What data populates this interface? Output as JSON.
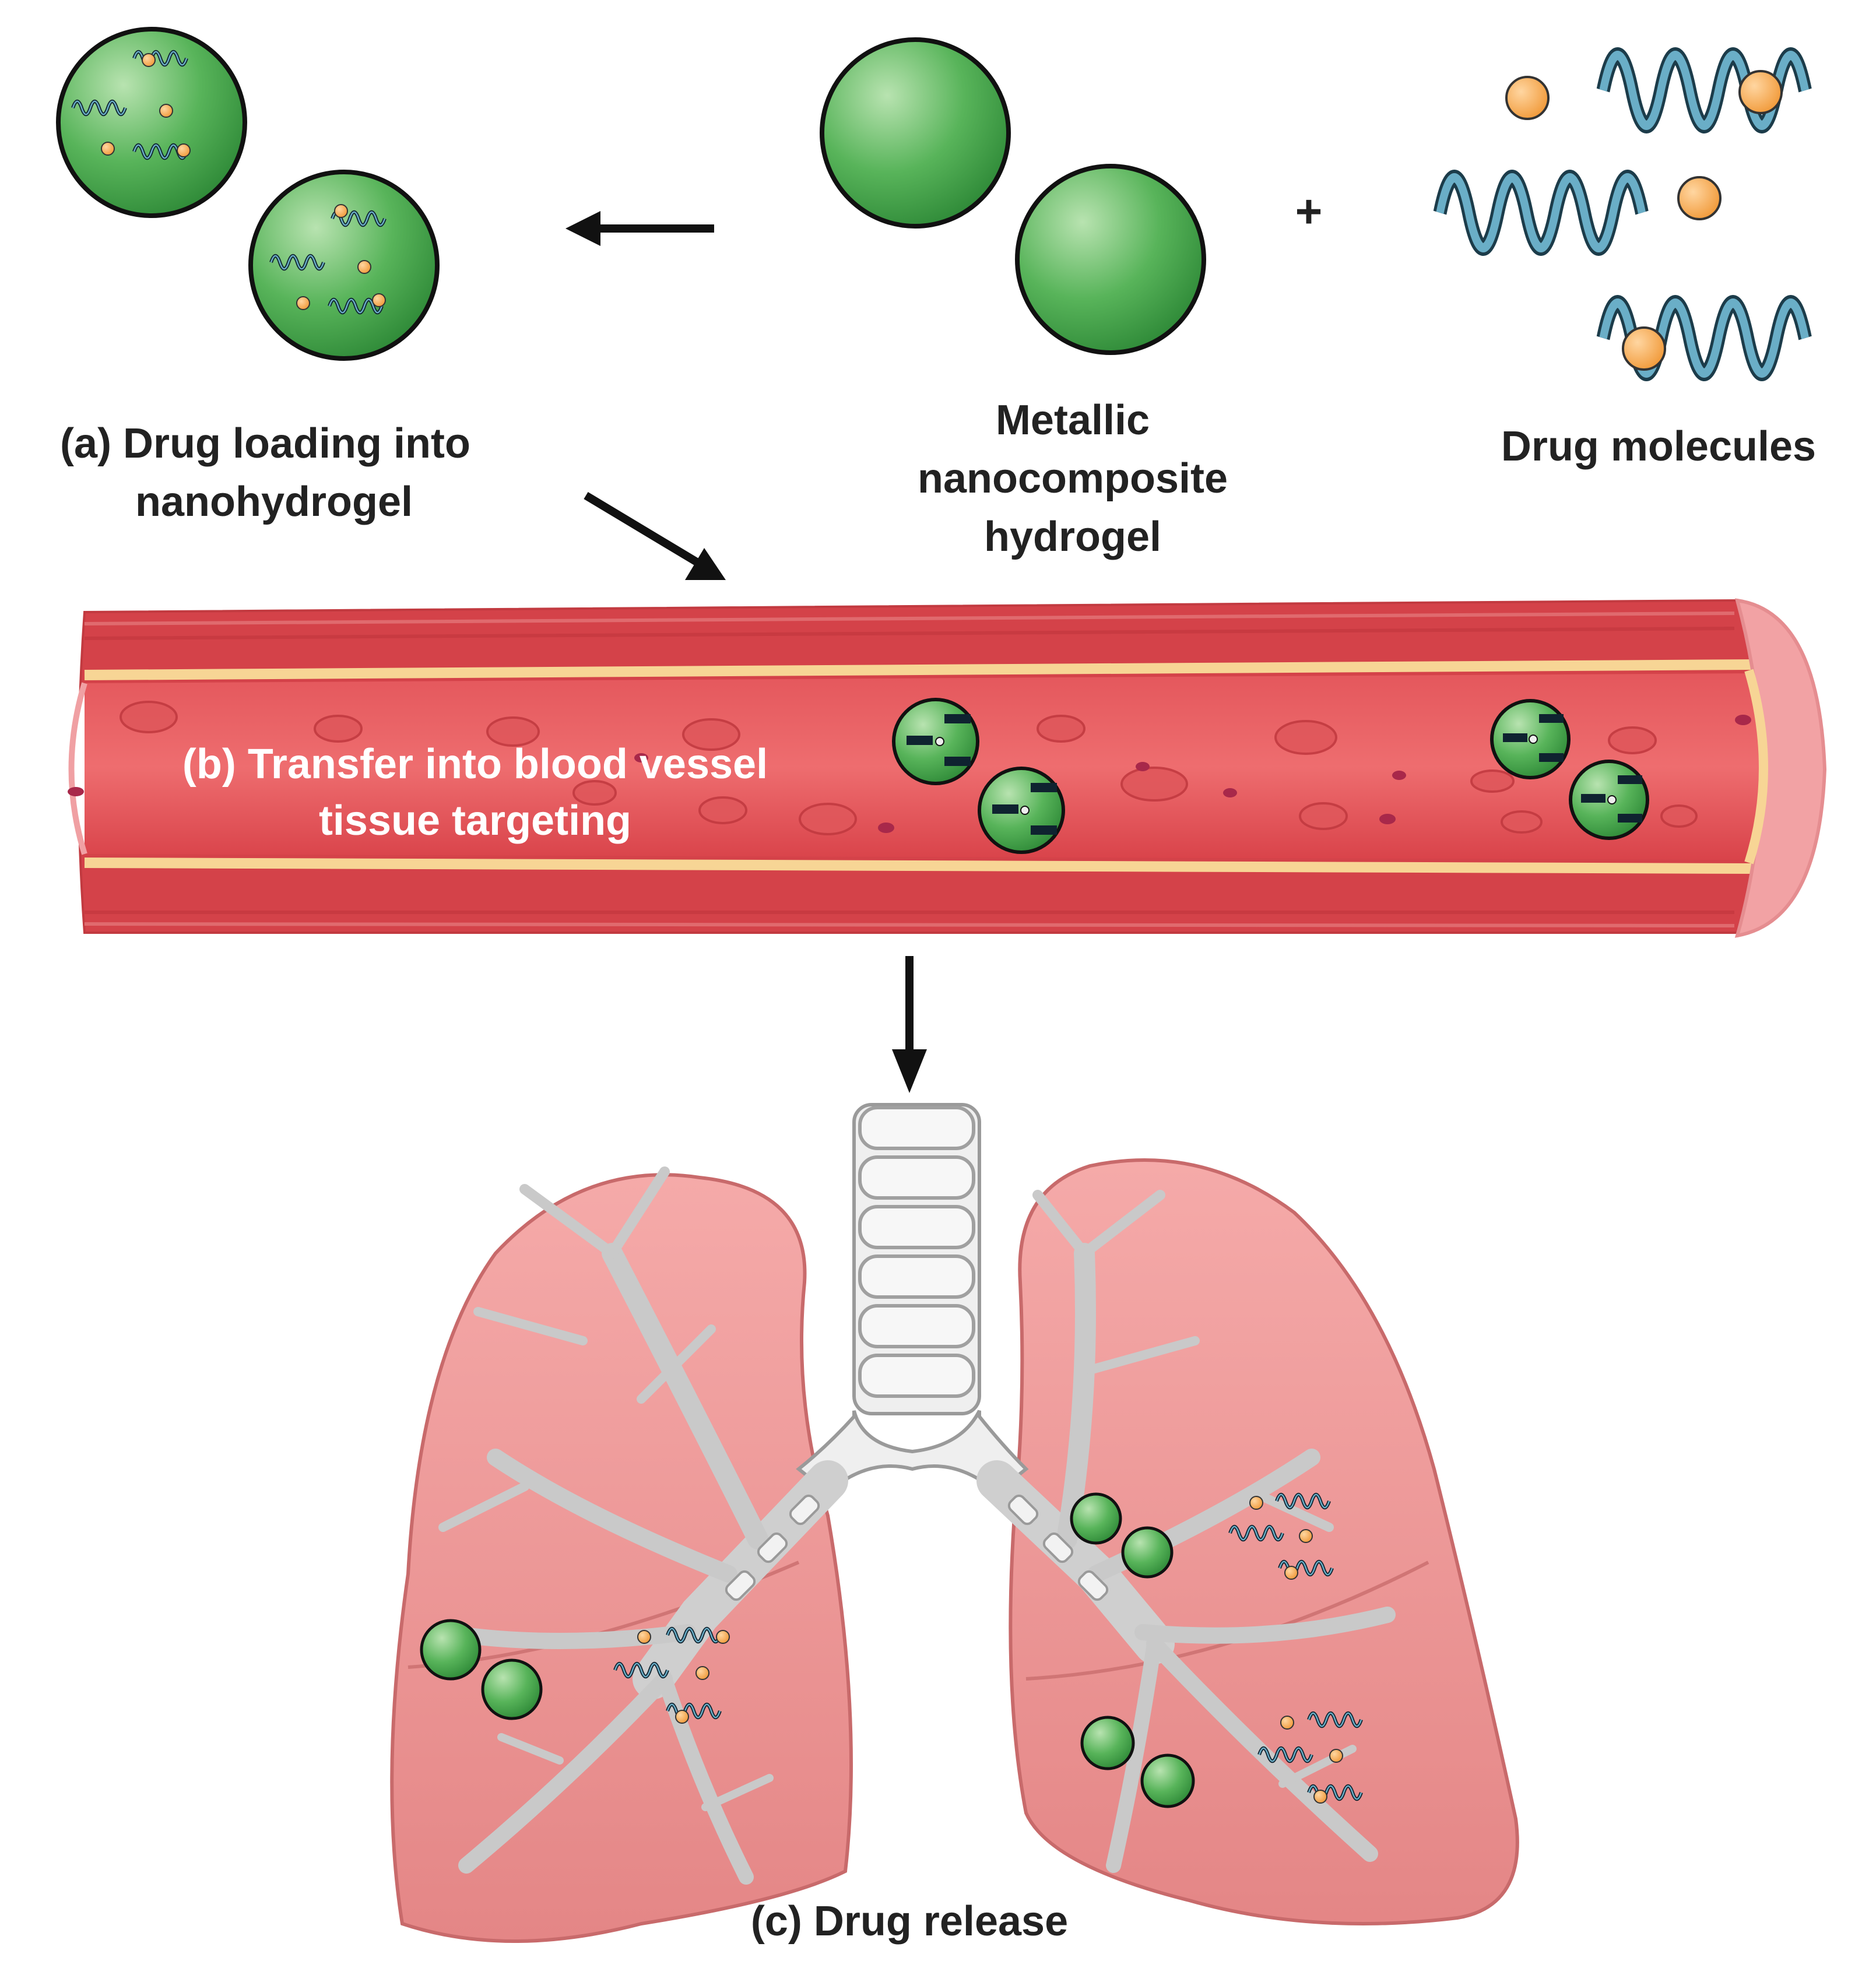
{
  "labels": {
    "drug_loading_line1": "(a) Drug loading into",
    "drug_loading_line2": "nanohydrogel",
    "metallic_line1": "Metallic",
    "metallic_line2": "nanocomposite",
    "metallic_line3": "hydrogel",
    "drug_molecules": "Drug molecules",
    "plus": "+",
    "transfer_line1": "(b) Transfer into blood vessel",
    "transfer_line2": "tissue targeting",
    "release": "(c) Drug release"
  },
  "colors": {
    "hydrogel_green": "#4caf50",
    "hydrogel_dark": "#2e7d32",
    "drug_orange": "#f5a54a",
    "helix_blue": "#5a9ab5",
    "vessel_red": "#d9434a",
    "vessel_light": "#f0a0a3",
    "vessel_stripe": "#f6d48a",
    "lung_pink": "#f2a0a0",
    "lung_dark": "#e07f80",
    "bronchi_gray": "#c8c8c8"
  }
}
